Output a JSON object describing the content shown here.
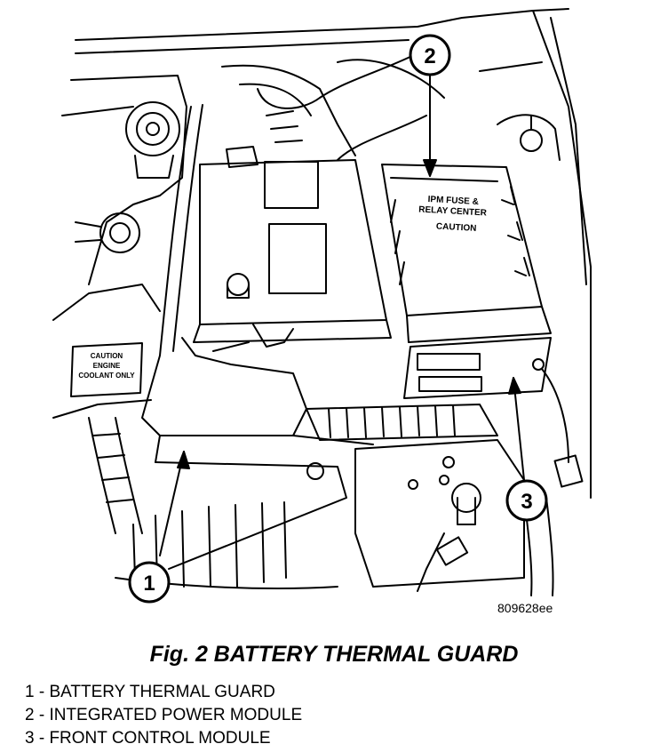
{
  "figure": {
    "id": "809628ee",
    "caption": "Fig. 2 BATTERY THERMAL GUARD"
  },
  "callouts": [
    {
      "number": "1",
      "label": "BATTERY THERMAL GUARD"
    },
    {
      "number": "2",
      "label": "INTEGRATED POWER MODULE"
    },
    {
      "number": "3",
      "label": "FRONT CONTROL MODULE"
    }
  ],
  "legend": [
    "1 - BATTERY THERMAL GUARD",
    "2 - INTEGRATED POWER MODULE",
    "3 - FRONT CONTROL MODULE"
  ],
  "drawing_labels": {
    "ipm_line1": "IPM FUSE &",
    "ipm_line2": "RELAY CENTER",
    "ipm_caution": "CAUTION",
    "coolant_line1": "CAUTION",
    "coolant_line2": "ENGINE",
    "coolant_line3": "COOLANT ONLY"
  }
}
